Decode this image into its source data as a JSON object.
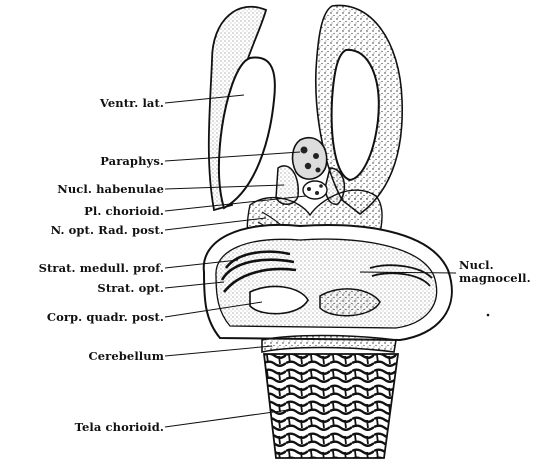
{
  "labels_left": [
    {
      "id": "ventr-lat",
      "text": "Ventr. lat."
    },
    {
      "id": "paraphys",
      "text": "Paraphys."
    },
    {
      "id": "nucl-habenulae",
      "text": "Nucl. habenulae"
    },
    {
      "id": "pl-chorioid",
      "text": "Pl. chorioid."
    },
    {
      "id": "n-opt-rad-post",
      "text": "N. opt. Rad. post."
    },
    {
      "id": "strat-medull-prof",
      "text": "Strat. medull. prof."
    },
    {
      "id": "strat-opt",
      "text": "Strat. opt."
    },
    {
      "id": "corp-quadr-post",
      "text": "Corp. quadr. post."
    },
    {
      "id": "cerebellum",
      "text": "Cerebellum"
    },
    {
      "id": "tela-chorioid",
      "text": "Tela chorioid."
    }
  ],
  "labels_right": [
    {
      "id": "nucl-magnocell",
      "line1": "Nucl.",
      "line2": "magnocell."
    }
  ]
}
